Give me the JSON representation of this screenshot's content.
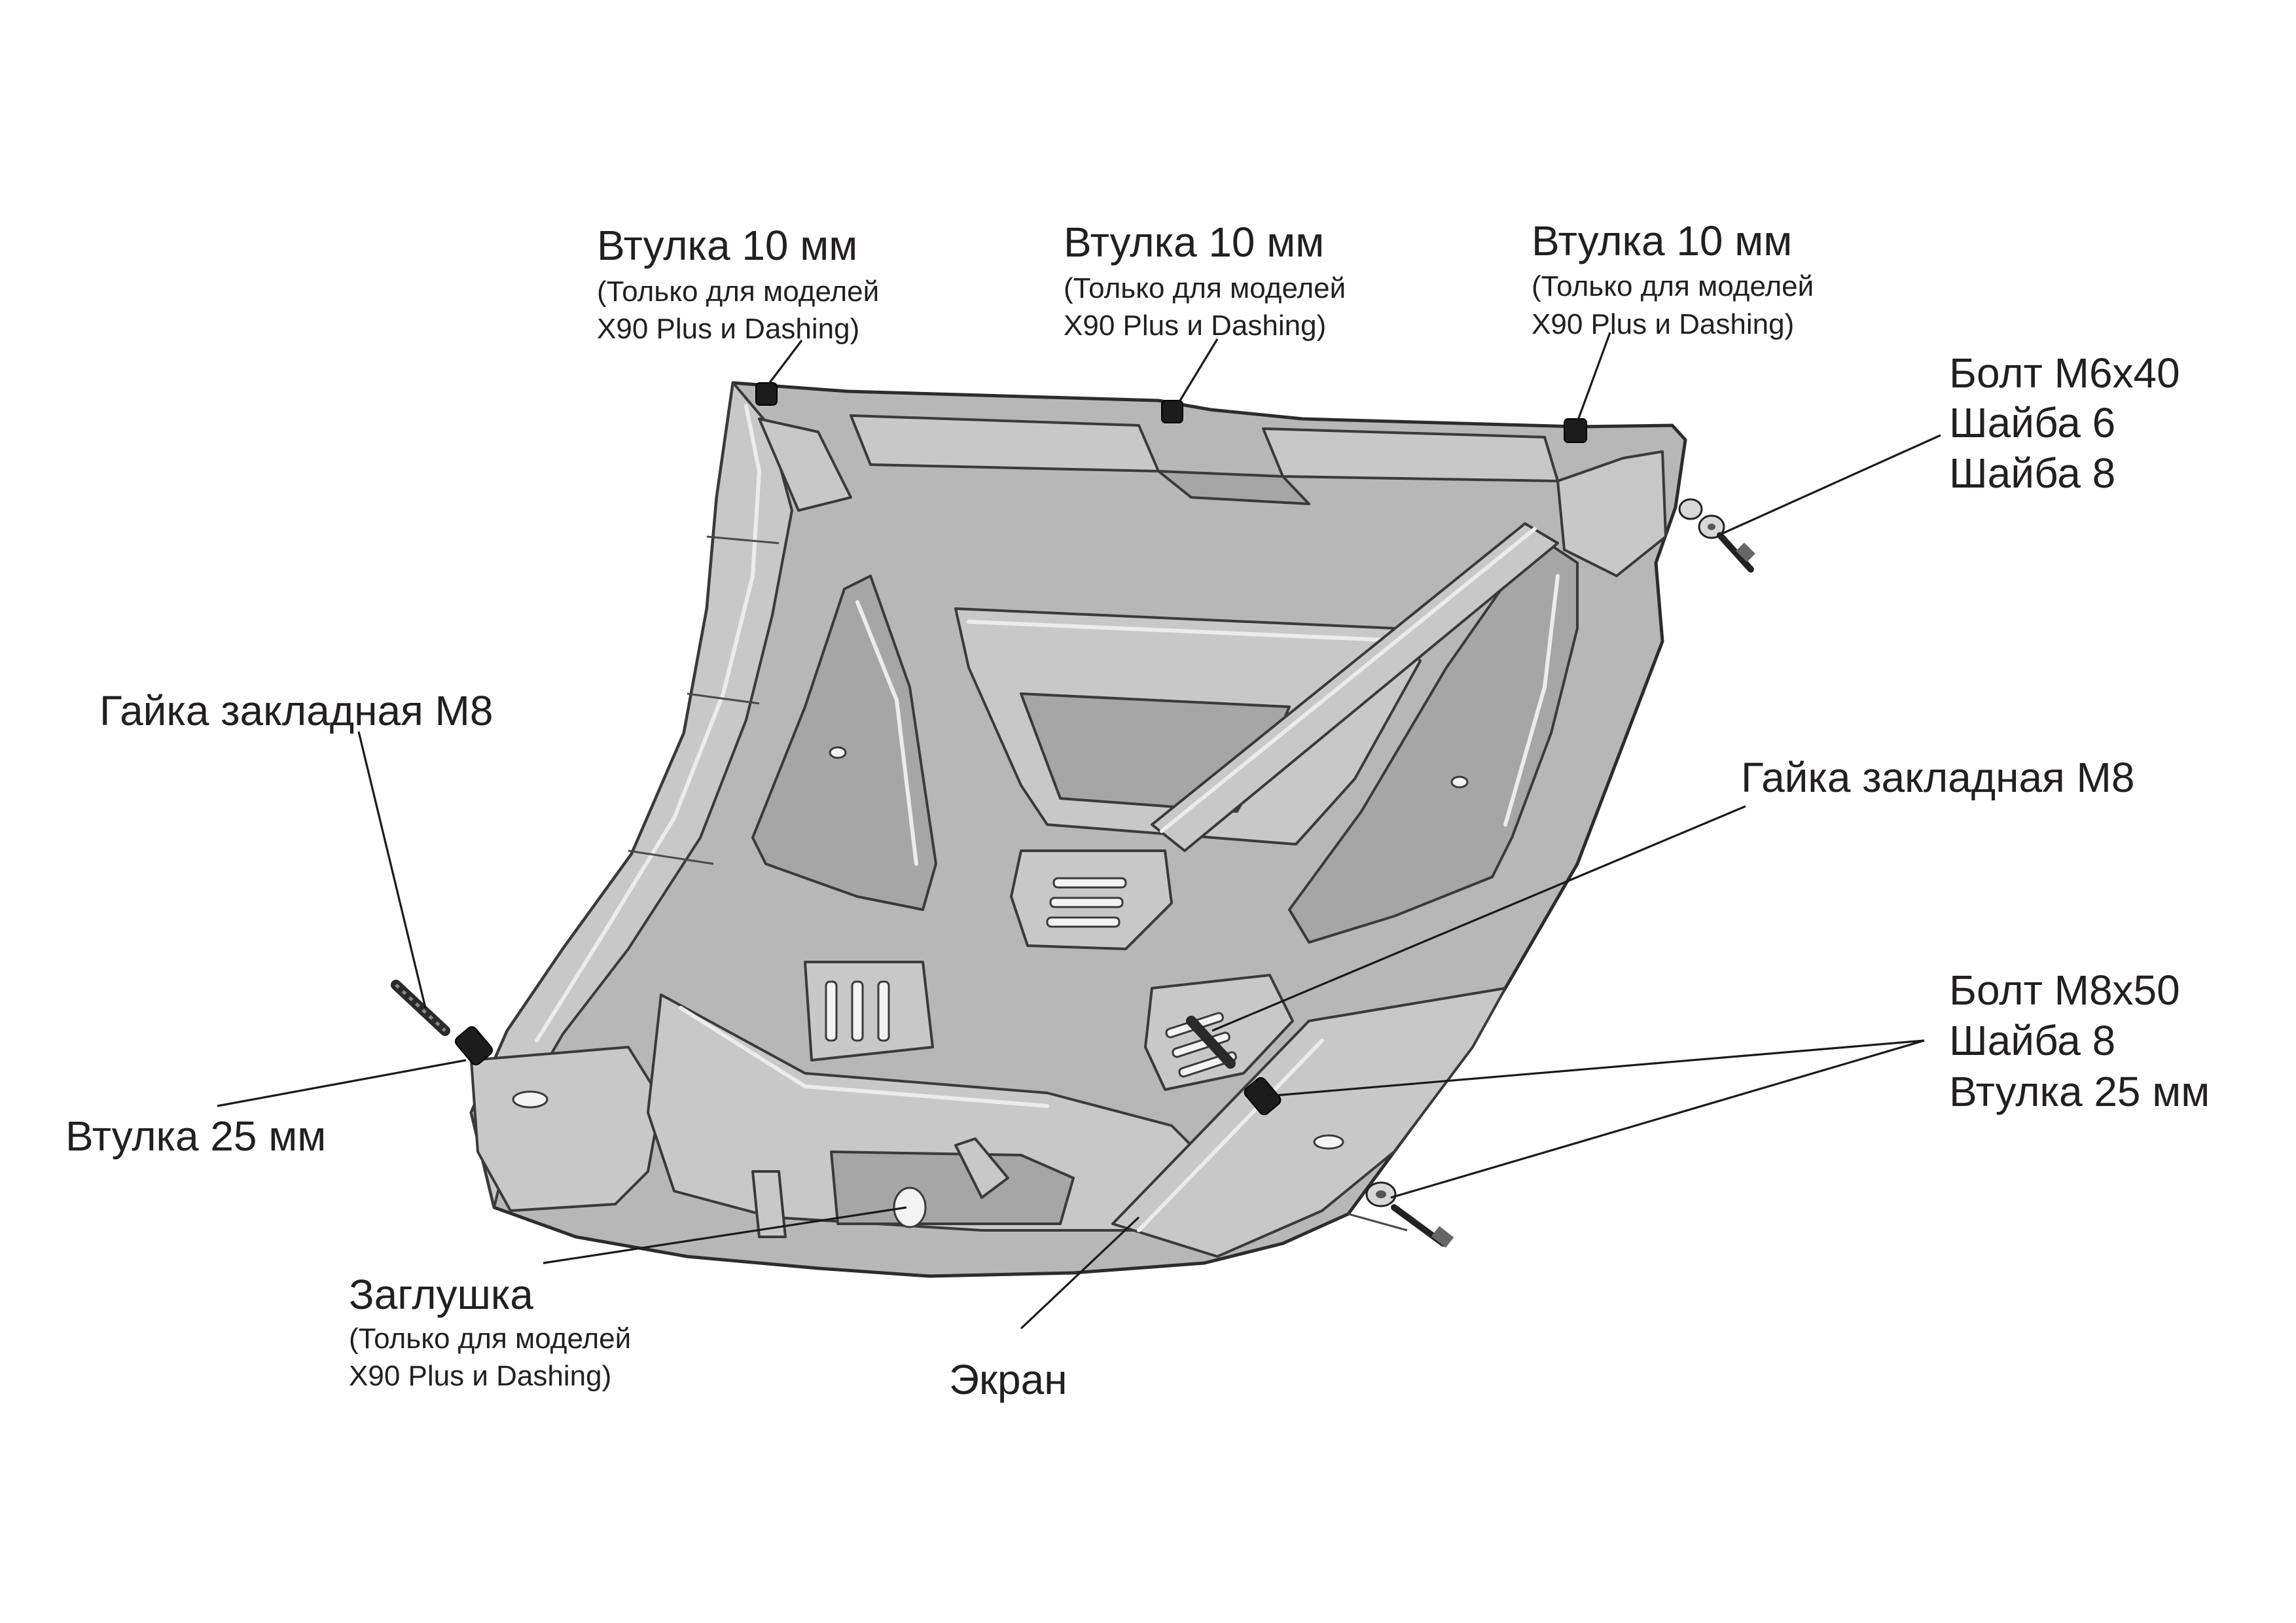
{
  "labels": {
    "bushing10_a": {
      "title": "Втулка 10 мм",
      "note1": "(Только для моделей",
      "note2": "X90 Plus и Dashing)"
    },
    "bushing10_b": {
      "title": "Втулка 10 мм",
      "note1": "(Только для моделей",
      "note2": "X90 Plus и Dashing)"
    },
    "bushing10_c": {
      "title": "Втулка 10 мм",
      "note1": "(Только для моделей",
      "note2": "X90 Plus и Dashing)"
    },
    "bolt_m6": {
      "line1": "Болт М6х40",
      "line2": "Шайба 6",
      "line3": "Шайба 8"
    },
    "nut_left": {
      "text": "Гайка закладная М8"
    },
    "nut_right": {
      "text": "Гайка закладная М8"
    },
    "bolt_m8": {
      "line1": "Болт М8х50",
      "line2": "Шайба 8",
      "line3": "Втулка 25 мм"
    },
    "bushing25": {
      "text": "Втулка 25 мм"
    },
    "plug": {
      "title": "Заглушка",
      "note1": "(Только для моделей",
      "note2": "X90 Plus и Dashing)"
    },
    "screen": {
      "text": "Экран"
    }
  },
  "colors": {
    "plate": "#b7b7b7",
    "text": "#231f20",
    "hardware": "#1c1c1c"
  }
}
